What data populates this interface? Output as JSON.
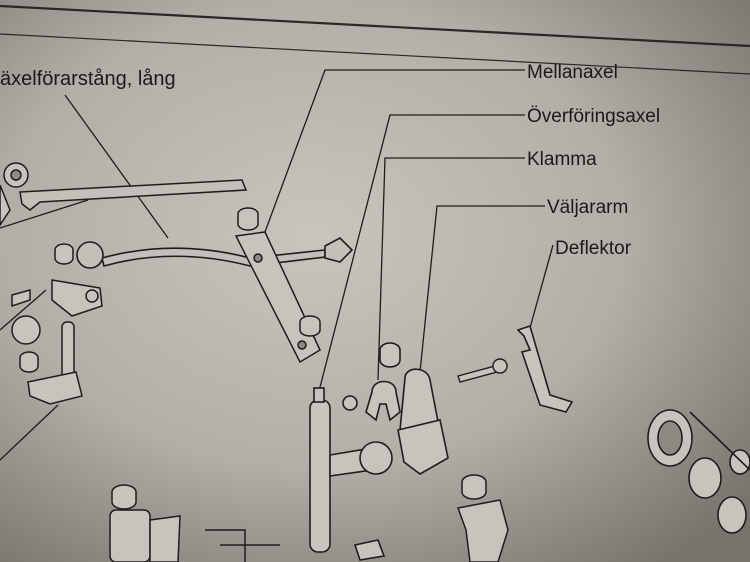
{
  "labels": {
    "vaxelforarstang": "äxelförarstång, lång",
    "mellanaxel": "Mellanaxel",
    "overforingsaxel": "Överföringsaxel",
    "klamma": "Klamma",
    "valjararm": "Väljararm",
    "deflektor": "Deflektor"
  },
  "colors": {
    "paper": "#bdb8b1",
    "paper_shadow": "#6f6b66",
    "ink": "#1c1a18"
  }
}
